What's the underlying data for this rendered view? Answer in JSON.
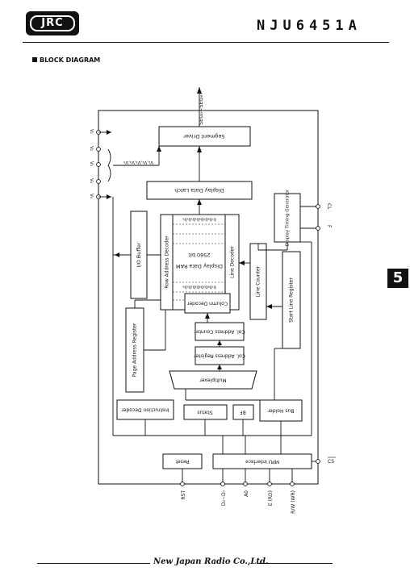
{
  "header": {
    "logo_text": "JRC",
    "part_number": "NJU6451A"
  },
  "section": {
    "title": "BLOCK DIAGRAM"
  },
  "side_tab": "5",
  "footer": {
    "company": "New Japan Radio Co.,Ltd."
  },
  "diagram": {
    "top_signal": "SEG₀~SEG₆₇",
    "left_pins": [
      "V₁",
      "V₂",
      "V₃",
      "V₄",
      "V₅"
    ],
    "left_supply_label": "V₁,V₂,V₃,V₄,V₅",
    "right_pins": [
      "CL",
      "F"
    ],
    "bottom_pins": [
      "RST",
      "D₀~D₇",
      "A0",
      "E (RD)",
      "R/W (WR)"
    ],
    "cs_pin": "CS",
    "blocks": {
      "segment_driver": "Segment Driver",
      "display_data_latch": "Display Data Latch",
      "io_buffer": "I/O Buffer",
      "row_address_decoder": "Row Address Decoder",
      "display_ram": "Display Data RAM",
      "ram_bits": "2560 bit",
      "ram_cols_top": "b₇b₆b₅b₄b₃b₂b₁b₀",
      "ram_cols_bottom": "b₇b₆b₅b₄b₃b₂b₁b₀",
      "line_decoder": "Line Decoder",
      "column_decoder": "Column Decoder",
      "col_addr_counter": "Col. Address Counter",
      "col_addr_register": "Col. Address Register",
      "multiplexer": "Multiplexer",
      "page_addr_register": "Page Address Register",
      "instruction_decoder": "Instruction Decoder",
      "status": "Status",
      "bf": "BF",
      "bus_holder": "Bus Holder",
      "line_counter": "Line Counter",
      "start_line_register": "Start Line Register",
      "display_timing_generator": "Display Timing Generator",
      "reset": "Reset",
      "mpu_interface": "MPU Interface"
    }
  }
}
